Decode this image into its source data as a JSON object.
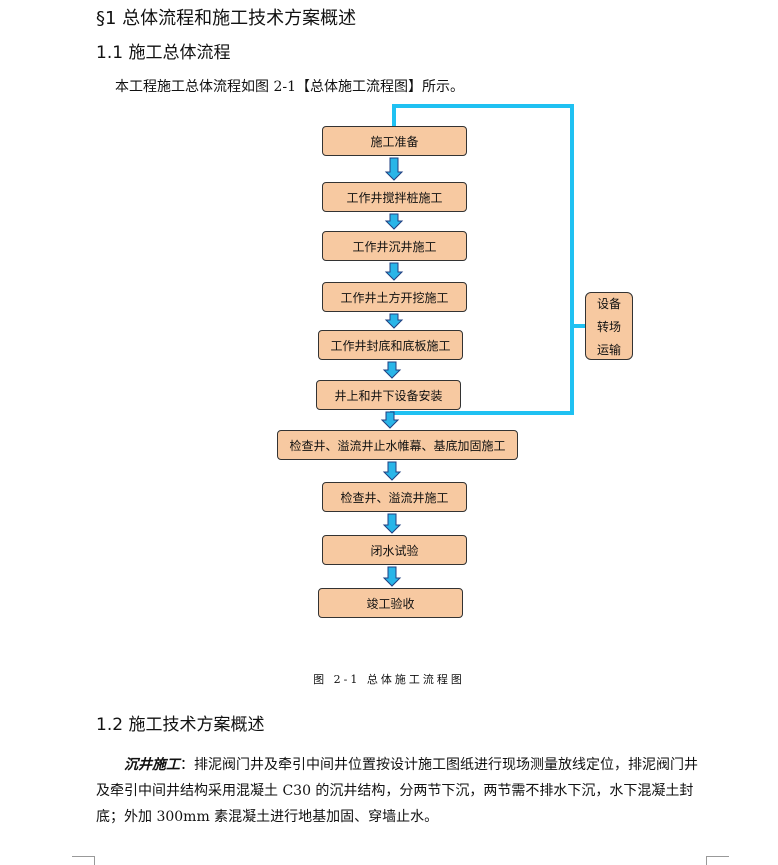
{
  "heading1": "§1 总体流程和施工技术方案概述",
  "section1": {
    "title": "1.1 施工总体流程",
    "intro_prefix": "本工程施工总体流程如图 ",
    "intro_figure": "2-1",
    "intro_suffix": "【总体施工流程图】所示。"
  },
  "flowchart": {
    "steps": [
      "施工准备",
      "工作井搅拌桩施工",
      "工作井沉井施工",
      "工作井土方开挖施工",
      "工作井封底和底板施工",
      "井上和井下设备安装",
      "检查井、溢流井止水帷幕、基底加固施工",
      "检查井、溢流井施工",
      "闭水试验",
      "竣工验收"
    ],
    "side_box": [
      "设备",
      "转场",
      "运输"
    ],
    "arrow_color": "#29b5e8",
    "loop_color": "#1fc1f2",
    "box_color": "#f7c9a1",
    "caption": "图 2-1   总体施工流程图"
  },
  "section2": {
    "title": "1.2 施工技术方案概述",
    "bold_lead": "沉井施工",
    "body": "：排泥阀门井及牵引中间井位置按设计施工图纸进行现场测量放线定位，排泥阀门井及牵引中间井结构采用混凝土 C30 的沉井结构，分两节下沉，两节需不排水下沉，水下混凝土封底；外加 300mm 素混凝土进行地基加固、穿墙止水。"
  }
}
